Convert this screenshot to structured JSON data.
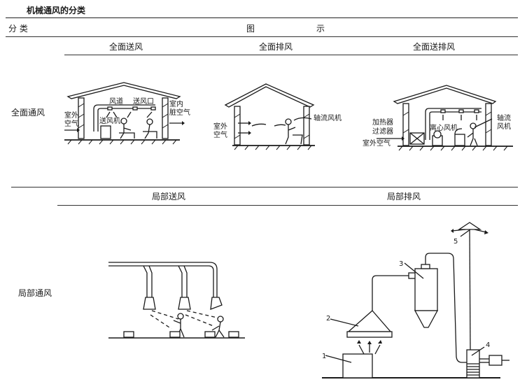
{
  "title": "机械通风的分类",
  "table": {
    "col_header_category": "分 类",
    "col_header_illustration_1": "图",
    "col_header_illustration_2": "示"
  },
  "rows": [
    {
      "label": "全面通风",
      "panels": [
        {
          "heading": "全面送风",
          "labels": {
            "duct": "风道",
            "outlet": "送风口",
            "outdoor_air_1": "室外",
            "outdoor_air_2": "空气",
            "fan": "送风机",
            "dirty_air_1": "室内",
            "dirty_air_2": "脏空气"
          }
        },
        {
          "heading": "全面排风",
          "labels": {
            "outdoor_air_1": "室外",
            "outdoor_air_2": "空气",
            "axial_fan": "轴流风机"
          }
        },
        {
          "heading": "全面送排风",
          "labels": {
            "heater": "加热器",
            "filter": "过滤器",
            "outdoor_air": "室外空气",
            "centrifugal_fan": "离心风机",
            "axial_fan_1": "轴流",
            "axial_fan_2": "风机"
          }
        }
      ]
    },
    {
      "label": "局部通风",
      "panels": [
        {
          "heading": "局部送风"
        },
        {
          "heading": "局部排风",
          "callouts": [
            "1",
            "2",
            "3",
            "4",
            "5"
          ]
        }
      ]
    }
  ]
}
